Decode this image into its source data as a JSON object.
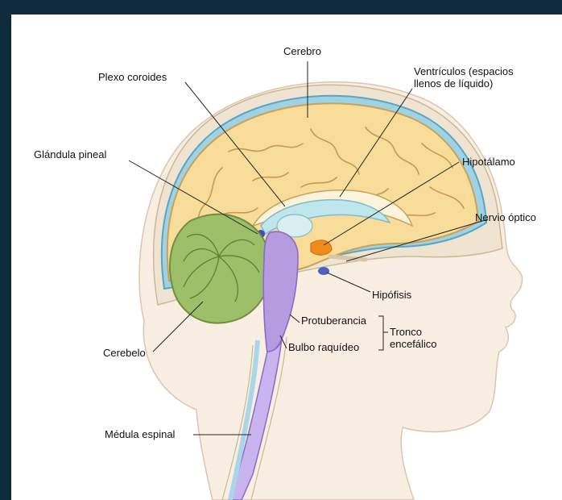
{
  "labels": {
    "cerebro": "Cerebro",
    "plexo": "Plexo coroides",
    "ventriculos": "Ventrículos (espacios\nllenos de líquido)",
    "glandula": "Glándula pineal",
    "hipotalamo": "Hipotálamo",
    "nervio": "Nervio óptico",
    "hipofisis": "Hipófisis",
    "protuberancia": "Protuberancia",
    "tronco": "Tronco\nencefálico",
    "bulbo": "Bulbo raquídeo",
    "cerebelo": "Cerebelo",
    "medula": "Médula espinal"
  },
  "colors": {
    "frame": "#0f2b3c",
    "cerebrum": "#f7dc9a",
    "cerebrum_outline": "#c9a25a",
    "ventricle": "#bfe6ec",
    "cerebellum": "#9dbf6a",
    "brainstem": "#b59be0",
    "spinal_cord": "#c8b4ef",
    "csf": "#6fb9d3",
    "skin": "#f7eadb",
    "hypothalamus": "#f08a1b",
    "pituitary": "#4a62c4"
  }
}
